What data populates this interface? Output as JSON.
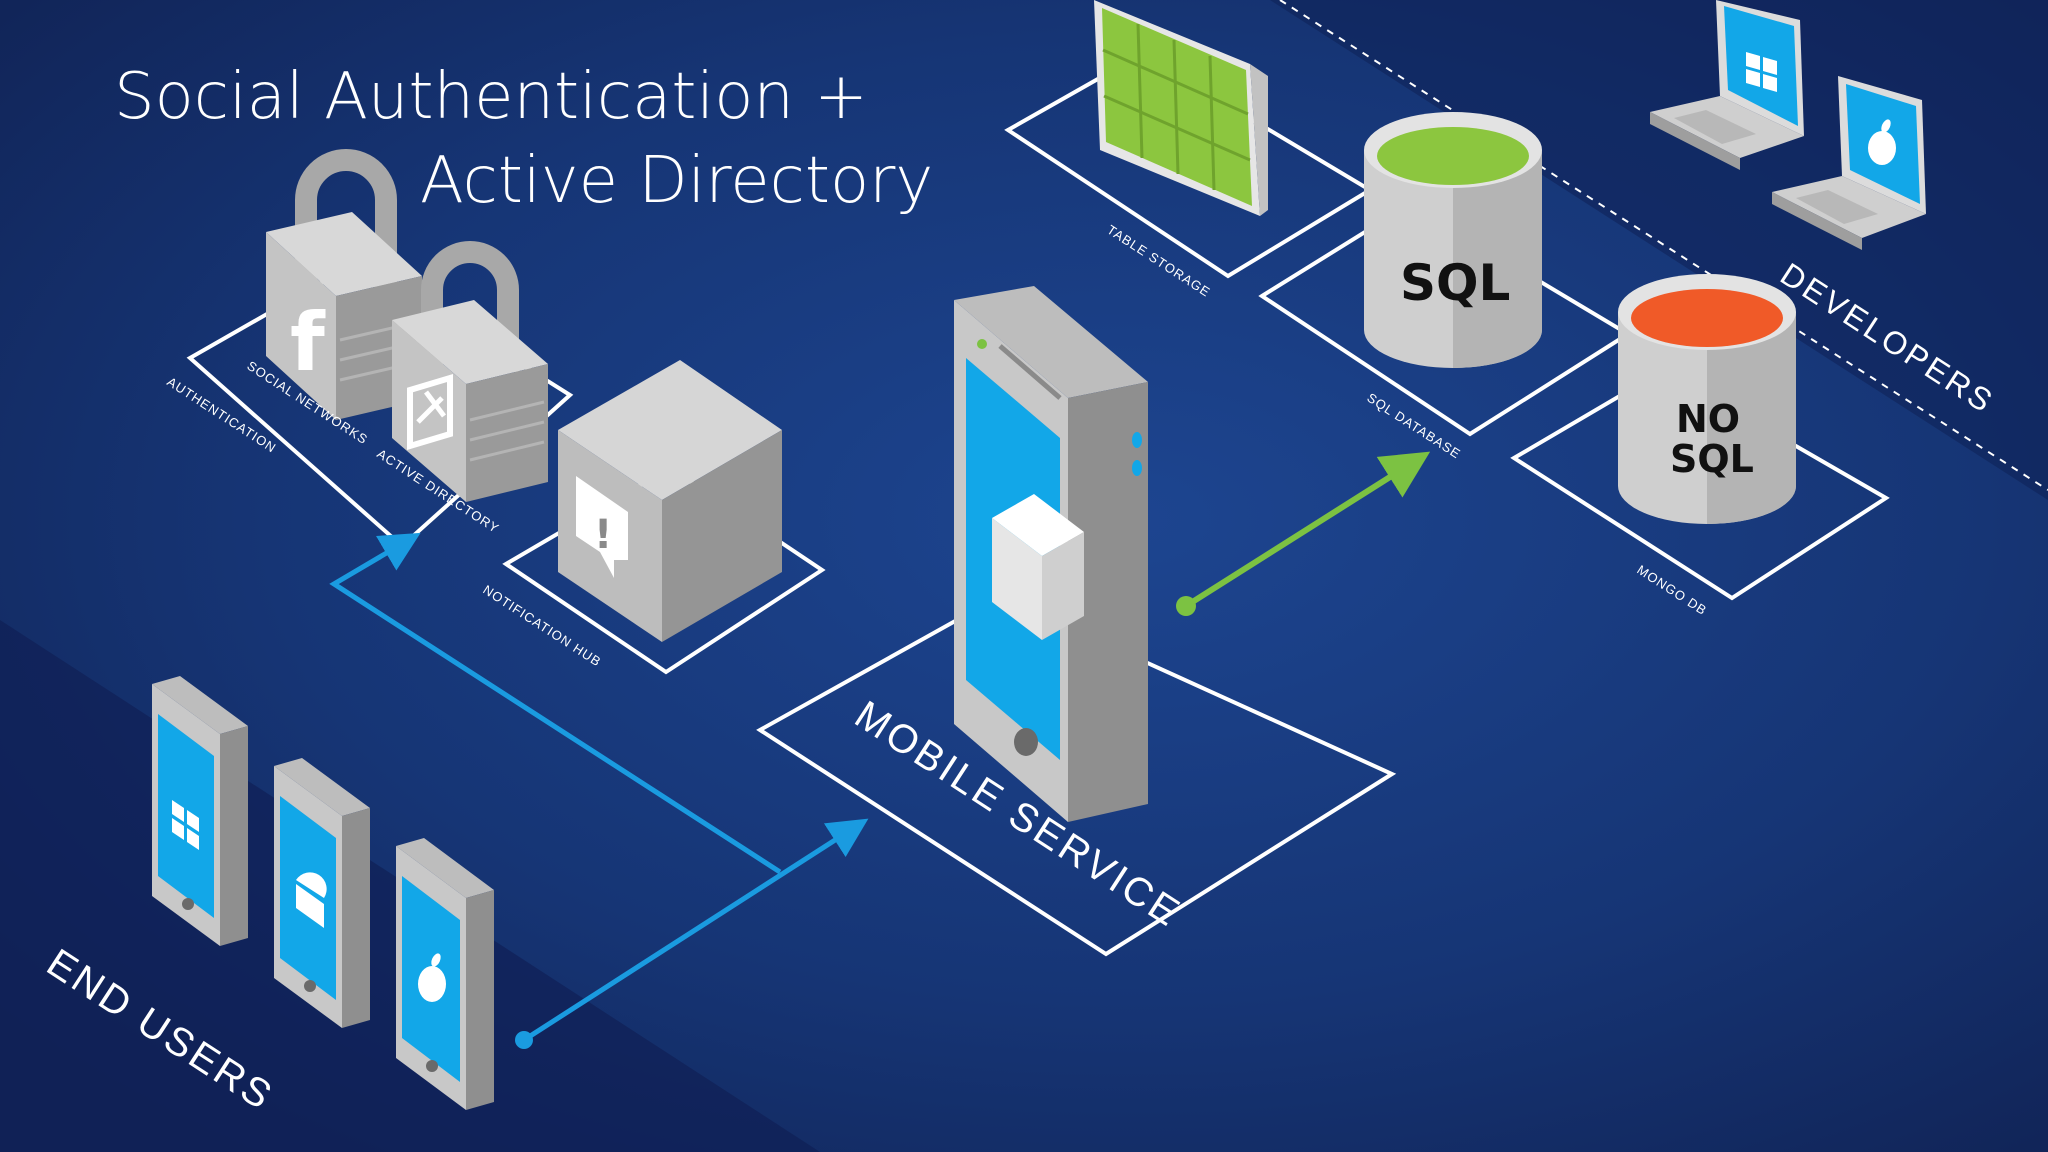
{
  "title": {
    "line1": "Social Authentication +",
    "line2": "Active Directory"
  },
  "labels": {
    "authentication": "AUTHENTICATION",
    "social_networks": "SOCIAL NETWORKS",
    "active_directory": "ACTIVE DIRECTORY",
    "notification_hub": "NOTIFICATION HUB",
    "mobile_service": "MOBILE SERVICE",
    "table_storage": "TABLE STORAGE",
    "sql_database": "SQL DATABASE",
    "mongo_db": "MONGO DB",
    "developers": "DEVELOPERS",
    "end_users": "END USERS"
  },
  "db": {
    "sql": "SQL",
    "nosql_line1": "NO",
    "nosql_line2": "SQL"
  },
  "icons": {
    "facebook": "f",
    "notification": "!"
  },
  "colors": {
    "background": "#142a66",
    "accent_blue": "#1a9be0",
    "accent_green": "#7cc242",
    "sql_top": "#8cc63f",
    "nosql_top": "#f05a28",
    "table_green": "#8cc63f",
    "screen_blue": "#12a7e8"
  }
}
